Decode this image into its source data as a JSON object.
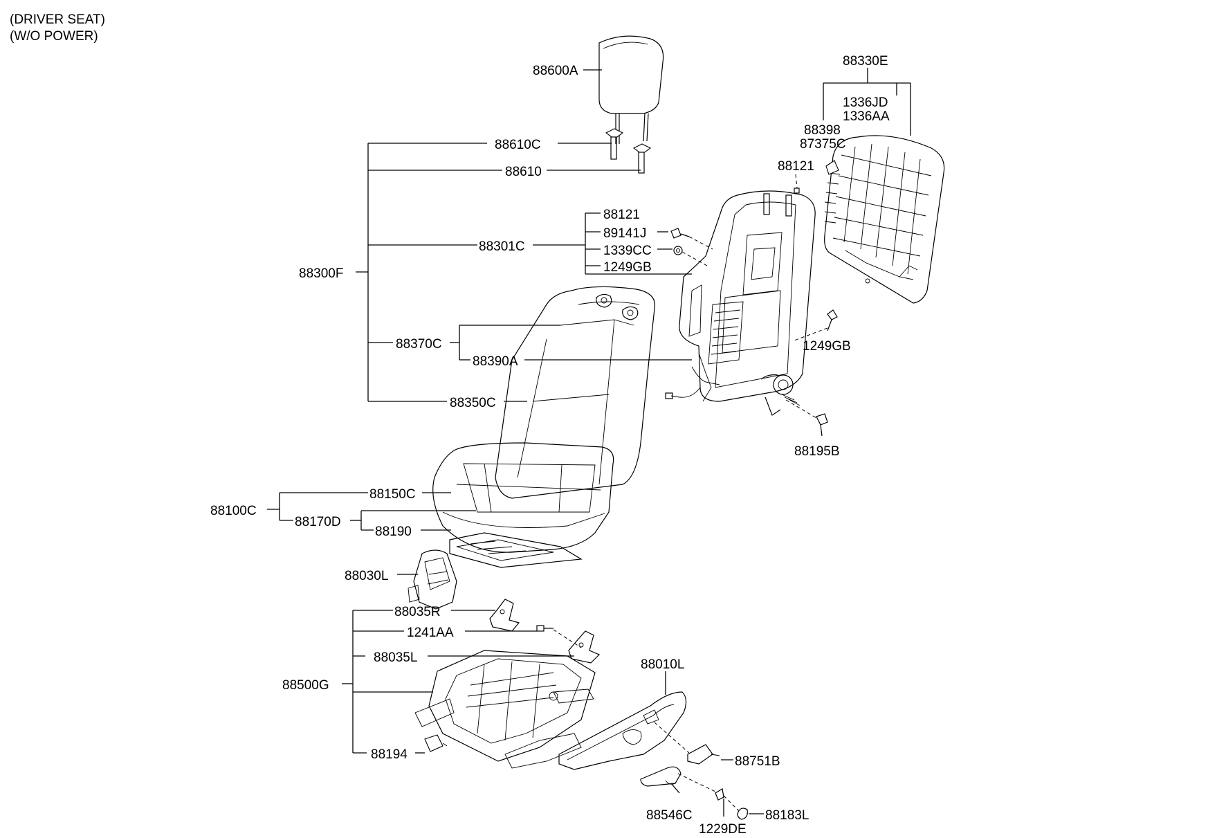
{
  "header": {
    "line1": "(DRIVER SEAT)",
    "line2": "(W/O POWER)"
  },
  "parts": {
    "p88600A": "88600A",
    "p88610C": "88610C",
    "p88610": "88610",
    "p88300F": "88300F",
    "p88301C": "88301C",
    "p88121a": "88121",
    "p89141J": "89141J",
    "p1339CC": "1339CC",
    "p1249GBa": "1249GB",
    "p88370C": "88370C",
    "p88390A": "88390A",
    "p88350C": "88350C",
    "p88330E": "88330E",
    "p1336JD": "1336JD",
    "p1336AA": "1336AA",
    "p88398": "88398",
    "p87375C": "87375C",
    "p88121b": "88121",
    "p1249GBb": "1249GB",
    "p88195B": "88195B",
    "p88100C": "88100C",
    "p88150C": "88150C",
    "p88170D": "88170D",
    "p88190": "88190",
    "p88030L": "88030L",
    "p88035R": "88035R",
    "p1241AA": "1241AA",
    "p88035L": "88035L",
    "p88500G": "88500G",
    "p88194": "88194",
    "p88010L": "88010L",
    "p88751B": "88751B",
    "p88546C": "88546C",
    "p1229DE": "1229DE",
    "p88183L": "88183L"
  }
}
